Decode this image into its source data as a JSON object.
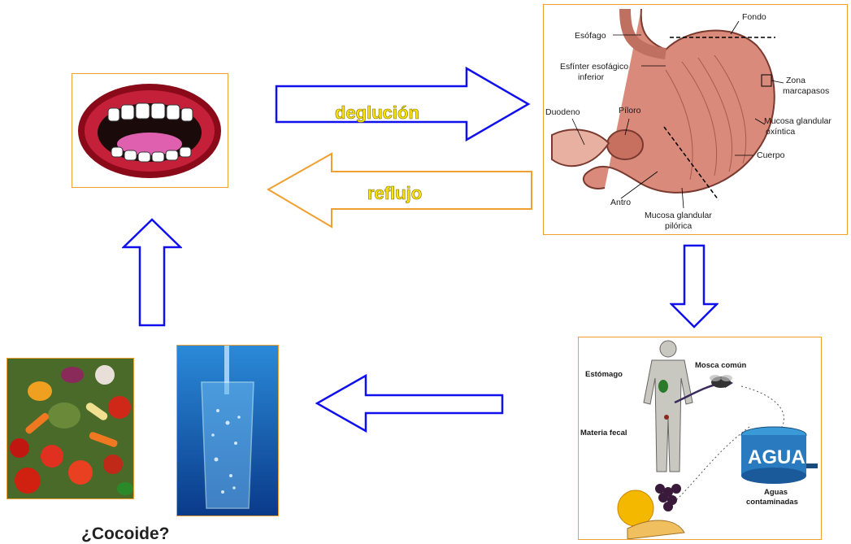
{
  "arrows": {
    "deglucion": "deglución",
    "reflujo": "reflujo"
  },
  "stomach": {
    "labels": {
      "esofago": "Esófago",
      "fondo": "Fondo",
      "esfinter_1": "Esfínter esofágico",
      "esfinter_2": "inferior",
      "zona_1": "Zona",
      "zona_2": "marcapasos",
      "duodeno": "Duodeno",
      "piloro": "Píloro",
      "mucosa_ox_1": "Mucosa glandular",
      "mucosa_ox_2": "oxíntica",
      "cuerpo": "Cuerpo",
      "antro": "Antro",
      "mucosa_pil_1": "Mucosa glandular",
      "mucosa_pil_2": "pilórica"
    }
  },
  "cycle": {
    "labels": {
      "estomago": "Estómago",
      "mosca": "Mosca común",
      "materia": "Materia fecal",
      "agua": "AGUA",
      "aguas_1": "Aguas",
      "aguas_2": "contaminadas"
    }
  },
  "caption": "¿Cocoide?",
  "colors": {
    "blue_arrow": "#1010ee",
    "orange_arrow": "#f0a030",
    "frame": "#f0a030",
    "label_yellow": "#ffe600"
  }
}
